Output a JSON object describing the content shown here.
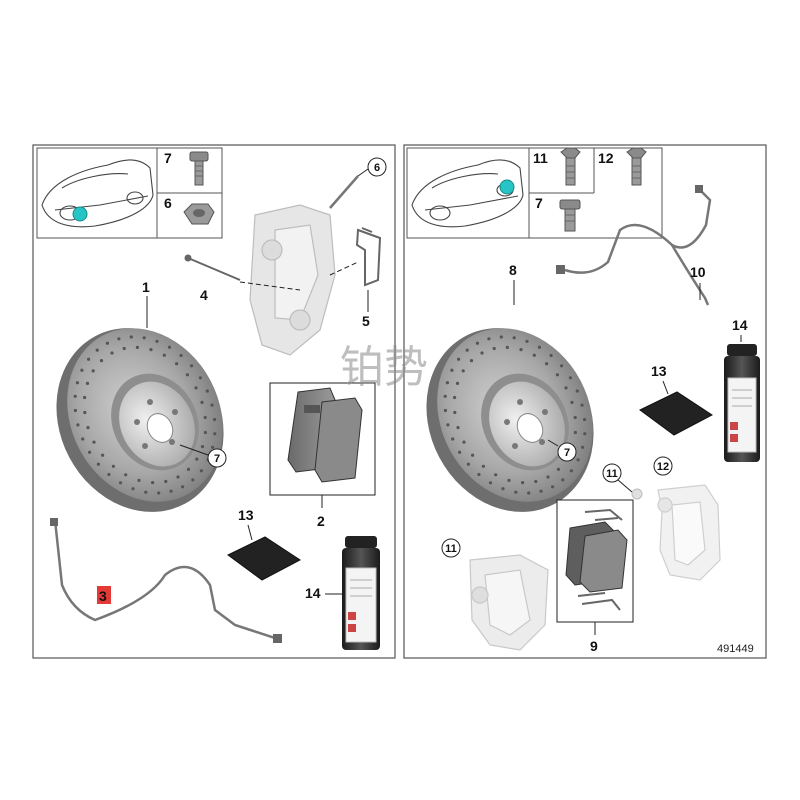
{
  "left_panel": {
    "labels": {
      "disc": "1",
      "pads": "2",
      "wear_sensor": "3",
      "pin": "4",
      "clip": "5",
      "caliper_bolt": "6",
      "bolt_disc": "7",
      "bolt_inset": "7",
      "nut_inset": "6",
      "paste": "13",
      "spray": "14"
    }
  },
  "right_panel": {
    "labels": {
      "disc": "8",
      "pad_kit": "9",
      "sensor": "10",
      "caliper_ref": "11",
      "caliper_ref2": "12",
      "bolt_disc": "7",
      "bolt_inset_a": "11",
      "bolt_inset_b": "12",
      "bolt_inset_c": "7",
      "paste": "13",
      "spray": "14"
    },
    "diagram_number": "491449"
  },
  "watermark": "铂势",
  "colors": {
    "frame": "#555555",
    "marker_cyan": "#26c4c4",
    "highlight_red": "#e53935",
    "part_gray": "#9a9a9a",
    "part_dark": "#4a4a4a",
    "caliper_light": "#e6e6e6"
  }
}
